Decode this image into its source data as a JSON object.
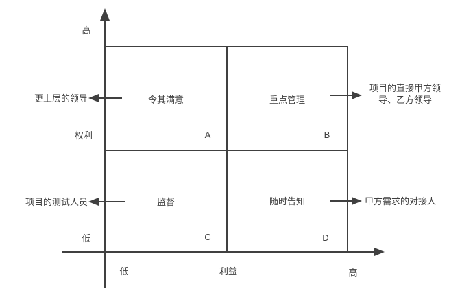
{
  "diagram": {
    "type": "quadrant-matrix",
    "axes": {
      "y_top": "高",
      "y_label": "权利",
      "y_bottom": "低",
      "x_left": "低",
      "x_label": "利益",
      "x_right": "高"
    },
    "quadrants": [
      {
        "letter": "A",
        "title": "令其满意"
      },
      {
        "letter": "B",
        "title": "重点管理"
      },
      {
        "letter": "C",
        "title": "监督"
      },
      {
        "letter": "D",
        "title": "随时告知"
      }
    ],
    "callouts": [
      {
        "position": "top-left",
        "direction": "left",
        "text": "更上层的领导"
      },
      {
        "position": "top-right",
        "direction": "right",
        "text": "项目的直接甲方领导、乙方领导"
      },
      {
        "position": "bottom-left",
        "direction": "left",
        "text": "项目的测试人员"
      },
      {
        "position": "bottom-right",
        "direction": "right",
        "text": "甲方需求的对接人"
      }
    ],
    "colors": {
      "line": "#404040",
      "text": "#3f3f3f",
      "background": "#ffffff"
    }
  }
}
